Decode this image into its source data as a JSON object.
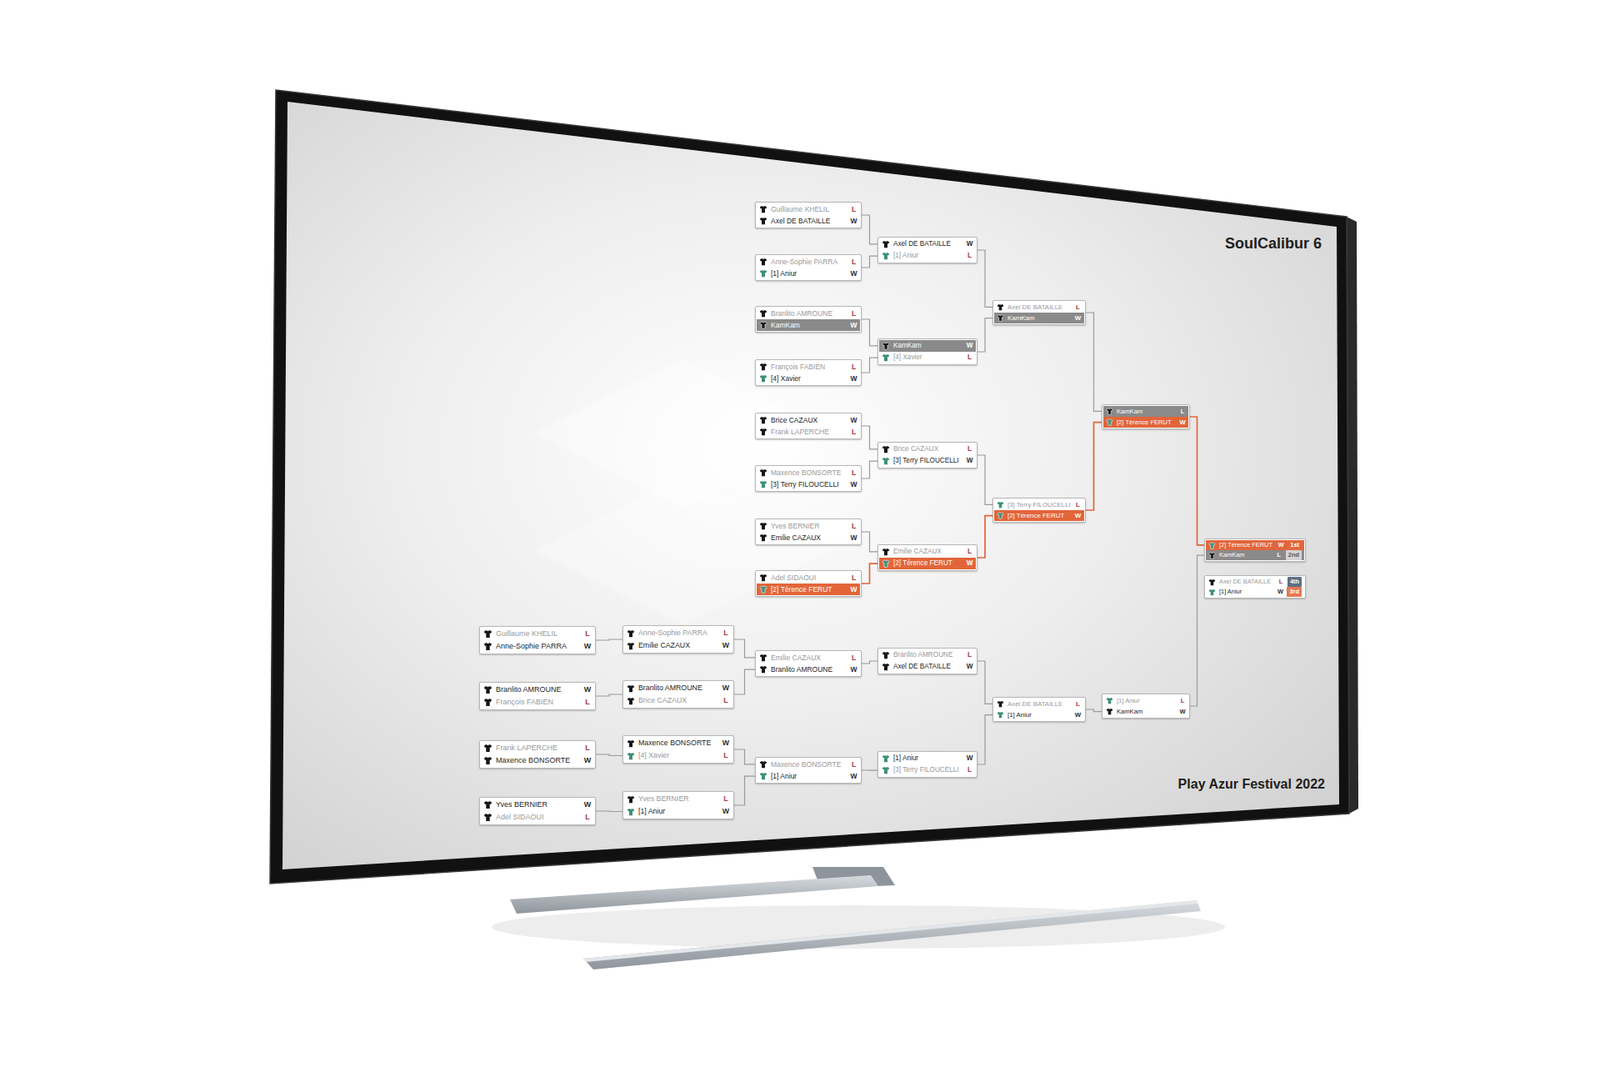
{
  "diagram": {
    "title": "SoulCalibur 6",
    "caption": "Play Azur Festival 2022",
    "nodes": [
      {
        "text": [
          "Guillaume KHELIL",
          "L",
          "Axel DE BATAILLE",
          "W"
        ]
      },
      {
        "text": [
          "Anne-Sophie PARRA",
          "L",
          "[1] Aniur",
          "W"
        ]
      },
      {
        "text": [
          "Branlito AMROUNE",
          "L",
          "KamKam",
          "W"
        ]
      },
      {
        "text": [
          "François FABIEN",
          "L",
          "[4] Xavier",
          "W"
        ]
      },
      {
        "text": [
          "Brice CAZAUX",
          "W",
          "Frank LAPERCHE",
          "L"
        ]
      },
      {
        "text": [
          "Maxence BONSORTE",
          "L",
          "[3] Terry FILOUCELLI",
          "W"
        ]
      },
      {
        "text": [
          "Yves BERNIER",
          "L",
          "Emilie CAZAUX",
          "W"
        ]
      },
      {
        "text": [
          "Adel SIDAOUI",
          "L",
          "[2] Térence FERUT",
          "W"
        ]
      },
      {
        "text": [
          "Axel DE BATAILLE",
          "W",
          "[1] Aniur",
          "L"
        ]
      },
      {
        "text": [
          "KamKam",
          "W",
          "[4] Xavier",
          "L"
        ]
      },
      {
        "text": [
          "Brice CAZAUX",
          "L",
          "[3] Terry FILOUCELLI",
          "W"
        ]
      },
      {
        "text": [
          "Emilie CAZAUX",
          "L",
          "[2] Térence FERUT",
          "W"
        ]
      },
      {
        "text": [
          "Axel DE BATAILLE",
          "L",
          "KamKam",
          "W"
        ]
      },
      {
        "text": [
          "[3] Terry FILOUCELLI",
          "L",
          "[2] Térence FERUT",
          "W"
        ]
      },
      {
        "text": [
          "KamKam",
          "L",
          "[2] Térence FERUT",
          "W"
        ]
      },
      {
        "text": [
          "[2] Térence FERUT",
          "W",
          "1st",
          "KamKam",
          "L",
          "2nd"
        ]
      },
      {
        "text": [
          "Axel DE BATAILLE",
          "L",
          "4th",
          "[1] Aniur",
          "W",
          "3rd"
        ]
      },
      {
        "text": [
          "Guillaume KHELIL",
          "L",
          "Anne-Sophie PARRA",
          "W"
        ]
      },
      {
        "text": [
          "Branlito AMROUNE",
          "W",
          "François FABIEN",
          "L"
        ]
      },
      {
        "text": [
          "Frank LAPERCHE",
          "L",
          "Maxence BONSORTE",
          "W"
        ]
      },
      {
        "text": [
          "Yves BERNIER",
          "W",
          "Adel SIDAOUI",
          "L"
        ]
      },
      {
        "text": [
          "Anne-Sophie PARRA",
          "L",
          "Emilie CAZAUX",
          "W"
        ]
      },
      {
        "text": [
          "Branlito AMROUNE",
          "W",
          "Brice CAZAUX",
          "L"
        ]
      },
      {
        "text": [
          "Maxence BONSORTE",
          "W",
          "[4] Xavier",
          "L"
        ]
      },
      {
        "text": [
          "Yves BERNIER",
          "L",
          "[1] Aniur",
          "W"
        ]
      },
      {
        "text": [
          "Emilie CAZAUX",
          "L",
          "Branlito AMROUNE",
          "W"
        ]
      },
      {
        "text": [
          "Maxence BONSORTE",
          "L",
          "[1] Aniur",
          "W"
        ]
      },
      {
        "text": [
          "Branlito AMROUNE",
          "L",
          "Axel DE BATAILLE",
          "W"
        ]
      },
      {
        "text": [
          "[1] Aniur",
          "W",
          "[3] Terry FILOUCELLI",
          "L"
        ]
      },
      {
        "text": [
          "Axel DE BATAILLE",
          "L",
          "[1] Aniur",
          "W"
        ]
      },
      {
        "text": [
          "[1] Aniur",
          "L",
          "KamKam",
          "W"
        ]
      }
    ],
    "edges": [
      {
        "from": 0,
        "to": 8,
        "arrow": "none"
      },
      {
        "from": 1,
        "to": 8,
        "arrow": "none"
      },
      {
        "from": 2,
        "to": 9,
        "arrow": "none"
      },
      {
        "from": 3,
        "to": 9,
        "arrow": "none"
      },
      {
        "from": 4,
        "to": 10,
        "arrow": "none"
      },
      {
        "from": 5,
        "to": 10,
        "arrow": "none"
      },
      {
        "from": 6,
        "to": 11,
        "arrow": "none"
      },
      {
        "from": 7,
        "to": 11,
        "arrow": "none"
      },
      {
        "from": 8,
        "to": 12,
        "arrow": "none"
      },
      {
        "from": 9,
        "to": 12,
        "arrow": "none"
      },
      {
        "from": 10,
        "to": 13,
        "arrow": "none"
      },
      {
        "from": 11,
        "to": 13,
        "arrow": "none"
      },
      {
        "from": 12,
        "to": 14,
        "arrow": "none"
      },
      {
        "from": 13,
        "to": 14,
        "arrow": "none"
      },
      {
        "from": 14,
        "to": 15,
        "arrow": "none"
      },
      {
        "from": 30,
        "to": 15,
        "arrow": "none"
      },
      {
        "from": 17,
        "to": 21,
        "arrow": "none"
      },
      {
        "from": 18,
        "to": 22,
        "arrow": "none"
      },
      {
        "from": 19,
        "to": 23,
        "arrow": "none"
      },
      {
        "from": 20,
        "to": 24,
        "arrow": "none"
      },
      {
        "from": 21,
        "to": 25,
        "arrow": "none"
      },
      {
        "from": 22,
        "to": 25,
        "arrow": "none"
      },
      {
        "from": 23,
        "to": 26,
        "arrow": "none"
      },
      {
        "from": 24,
        "to": 26,
        "arrow": "none"
      },
      {
        "from": 25,
        "to": 27,
        "arrow": "none"
      },
      {
        "from": 26,
        "to": 28,
        "arrow": "none"
      },
      {
        "from": 27,
        "to": 29,
        "arrow": "none"
      },
      {
        "from": 28,
        "to": 29,
        "arrow": "none"
      },
      {
        "from": 29,
        "to": 30,
        "arrow": "none"
      }
    ]
  }
}
